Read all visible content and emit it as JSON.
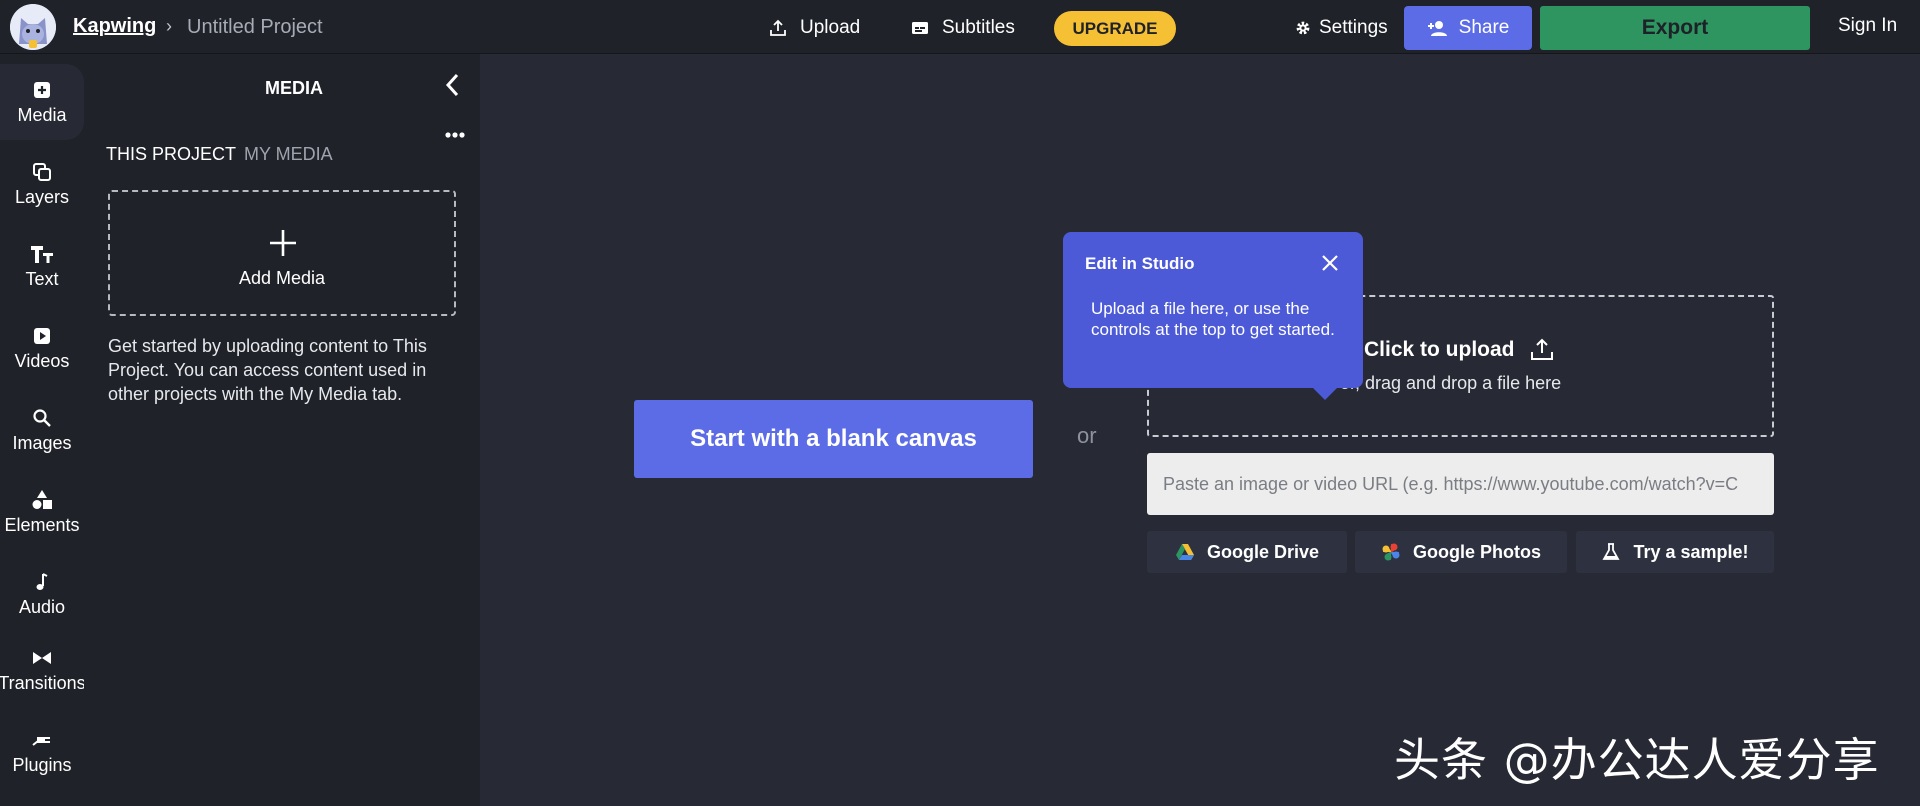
{
  "header": {
    "brand": "Kapwing",
    "breadcrumb_separator": "›",
    "project_name": "Untitled Project",
    "upload_label": "Upload",
    "subtitles_label": "Subtitles",
    "upgrade_label": "UPGRADE",
    "settings_label": "Settings",
    "share_label": "Share",
    "export_label": "Export",
    "signin_label": "Sign In"
  },
  "sidebar": {
    "items": [
      {
        "label": "Media",
        "icon": "media-icon"
      },
      {
        "label": "Layers",
        "icon": "layers-icon"
      },
      {
        "label": "Text",
        "icon": "text-icon"
      },
      {
        "label": "Videos",
        "icon": "videos-icon"
      },
      {
        "label": "Images",
        "icon": "images-icon"
      },
      {
        "label": "Elements",
        "icon": "elements-icon"
      },
      {
        "label": "Audio",
        "icon": "audio-icon"
      },
      {
        "label": "Transitions",
        "icon": "transitions-icon"
      },
      {
        "label": "Plugins",
        "icon": "plugins-icon"
      }
    ]
  },
  "media_panel": {
    "title": "MEDIA",
    "tabs": [
      "THIS PROJECT",
      "MY MEDIA"
    ],
    "add_media_label": "Add Media",
    "help_text": "Get started by uploading content to This Project. You can access content used in other projects with the My Media tab."
  },
  "main": {
    "blank_canvas_label": "Start with a blank canvas",
    "or_label": "or",
    "dropzone": {
      "title": "Click to upload",
      "subtitle": "or, drag and drop a file here"
    },
    "url_placeholder": "Paste an image or video URL (e.g. https://www.youtube.com/watch?v=C",
    "sources": [
      {
        "label": "Google Drive",
        "icon": "google-drive-icon"
      },
      {
        "label": "Google Photos",
        "icon": "google-photos-icon"
      },
      {
        "label": "Try a sample!",
        "icon": "flask-icon"
      }
    ]
  },
  "tooltip": {
    "title": "Edit in Studio",
    "body": "Upload a file here, or use the controls at the top to get started."
  },
  "watermark": "头条 @办公达人爱分享",
  "colors": {
    "background": "#272a34",
    "panel": "#1f2229",
    "accent": "#5b6ce6",
    "upgrade": "#f5c033",
    "export": "#2e9561",
    "tooltip": "#4c5ad8"
  }
}
